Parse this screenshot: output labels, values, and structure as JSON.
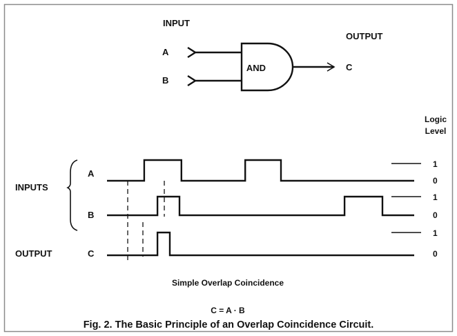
{
  "colors": {
    "background": "#ffffff",
    "ink": "#111111",
    "frame": "#8a8a8a"
  },
  "gate": {
    "input_heading": "INPUT",
    "output_heading": "OUTPUT",
    "input_a": "A",
    "input_b": "B",
    "gate_label": "AND",
    "output_c": "C"
  },
  "timing": {
    "logic_level_heading_1": "Logic",
    "logic_level_heading_2": "Level",
    "inputs_label": "INPUTS",
    "output_label": "OUTPUT",
    "signals": [
      {
        "label": "A",
        "high_label": "1",
        "low_label": "0",
        "pulses": [
          [
            0.154,
            0.308
          ],
          [
            0.572,
            0.72
          ]
        ]
      },
      {
        "label": "B",
        "high_label": "1",
        "low_label": "0",
        "pulses": [
          [
            0.209,
            0.3
          ],
          [
            0.983,
            1.14
          ]
        ]
      },
      {
        "label": "C",
        "high_label": "1",
        "low_label": "0",
        "pulses": [
          [
            0.209,
            0.26
          ]
        ]
      }
    ],
    "title": "Simple Overlap Coincidence",
    "equation": "C = A · B"
  },
  "caption": "Fig. 2. The Basic Principle of an Overlap Coincidence Circuit."
}
